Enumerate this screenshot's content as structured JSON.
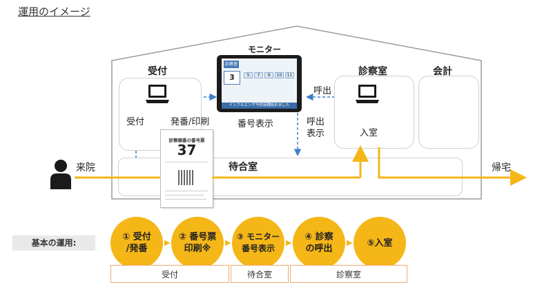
{
  "title": "運用のイメージ",
  "rooms": {
    "reception": "受付",
    "monitor": "モニター",
    "exam": "診察室",
    "accounting": "会計",
    "waiting": "待合室"
  },
  "flow_labels": {
    "reception_left": "受付",
    "issue_print": "発番/印刷",
    "number_display": "番号表示",
    "call": "呼出",
    "call_display_1": "呼出",
    "call_display_2": "表示",
    "enter_room": "入室",
    "arrive": "来院",
    "go_home": "帰宅"
  },
  "ticket": {
    "heading": "診察順番の番号票",
    "number": "37"
  },
  "monitor_screen": {
    "side_label": "診察室",
    "current_number": "3",
    "next_numbers": [
      "5",
      "7",
      "9",
      "10",
      "11"
    ],
    "footer_text": "インフルエンザ予防接種始めました"
  },
  "steps_label": "基本の運用:",
  "steps": [
    {
      "line1": "① 受付",
      "line2": "/発番"
    },
    {
      "line1": "② 番号票",
      "line2": "印刷※"
    },
    {
      "line1": "③ モニター",
      "line2": "番号表示"
    },
    {
      "line1": "④ 診察",
      "line2": "の呼出"
    },
    {
      "line1": "⑤入室",
      "line2": ""
    }
  ],
  "segments": [
    "受付",
    "待合室",
    "診察室"
  ],
  "colors": {
    "accent": "#f5b617",
    "dashed_arrow": "#3d7ec6",
    "segment_border": "#f0a96b"
  }
}
